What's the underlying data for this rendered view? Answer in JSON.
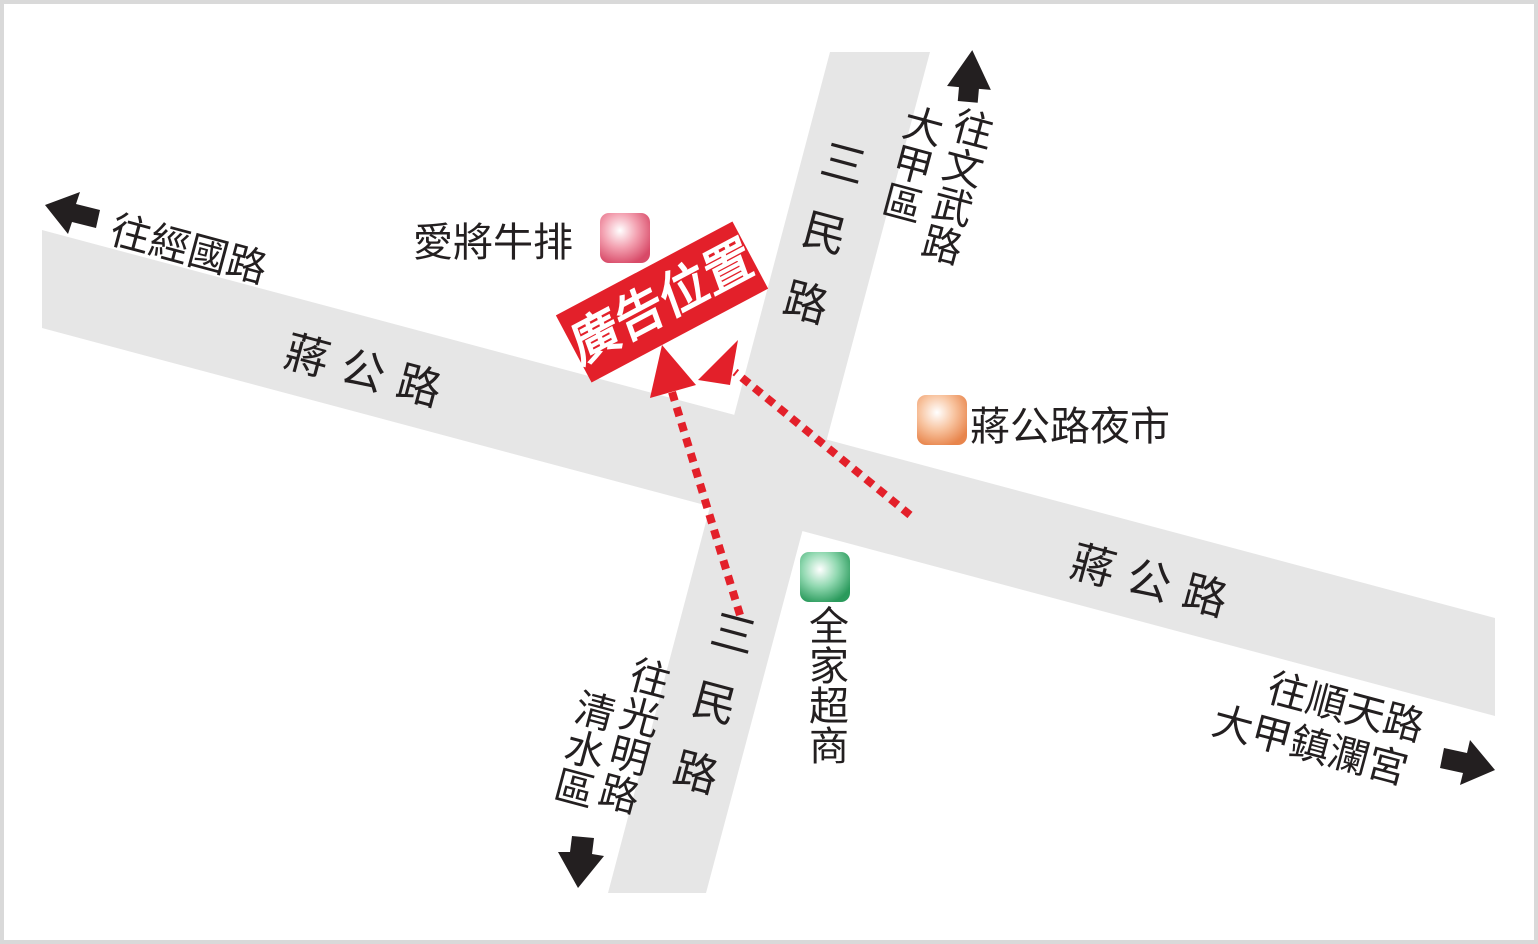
{
  "roads": {
    "horizontal_left": "蔣 公 路",
    "horizontal_right": "蔣 公 路",
    "vertical_top": "三民路",
    "vertical_bottom": "三民路"
  },
  "directions": {
    "west": "往經國路",
    "north_col1": "往文武路",
    "north_col2": "大甲區",
    "south_col1": "往光明路",
    "south_col2": "清水區",
    "east_line1": "往順天路",
    "east_line2": "大甲鎮瀾宮"
  },
  "pois": [
    {
      "name": "愛將牛排",
      "color": "#e8607a"
    },
    {
      "name": "蔣公路夜市",
      "color": "#f0a070"
    },
    {
      "name": "全家超商",
      "color": "#3aa86a"
    }
  ],
  "ad_sign": {
    "label": "廣告位置",
    "color": "#e3202a"
  },
  "colors": {
    "road": "#e6e6e6",
    "border": "#d9d9d9",
    "arrow": "#231f20"
  }
}
